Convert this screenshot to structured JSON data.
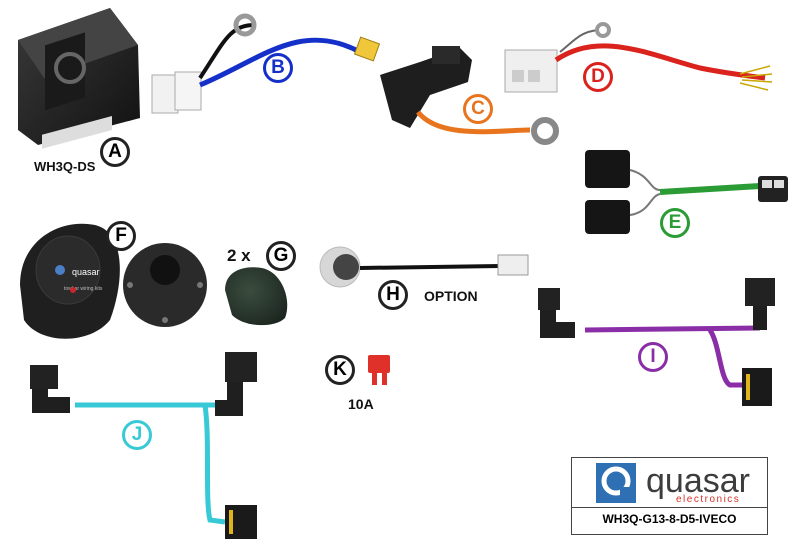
{
  "items": {
    "a": {
      "letter": "A",
      "caption": "WH3Q-DS",
      "color": "#222222"
    },
    "b": {
      "letter": "B",
      "color": "#1430c8"
    },
    "c": {
      "letter": "C",
      "color": "#e8741d"
    },
    "d": {
      "letter": "D",
      "color": "#d9231c"
    },
    "e": {
      "letter": "E",
      "color": "#2a9b35"
    },
    "f": {
      "letter": "F",
      "color": "#222222"
    },
    "g": {
      "letter": "G",
      "prefix": "2 x",
      "color": "#222222"
    },
    "h": {
      "letter": "H",
      "note": "OPTION",
      "color": "#222222"
    },
    "i": {
      "letter": "I",
      "color": "#8a2ea8"
    },
    "j": {
      "letter": "J",
      "color": "#38c9d6"
    },
    "k": {
      "letter": "K",
      "caption": "10A",
      "color": "#222222"
    }
  },
  "logo": {
    "name": "quasar",
    "tagline": "electronics",
    "code": "WH3Q-G13-8-D5-IVECO",
    "accent": "#d7332a",
    "mark_color": "#2f6fb3"
  },
  "socket": {
    "brand": "quasar",
    "subtext": "towbar wiring kits"
  }
}
